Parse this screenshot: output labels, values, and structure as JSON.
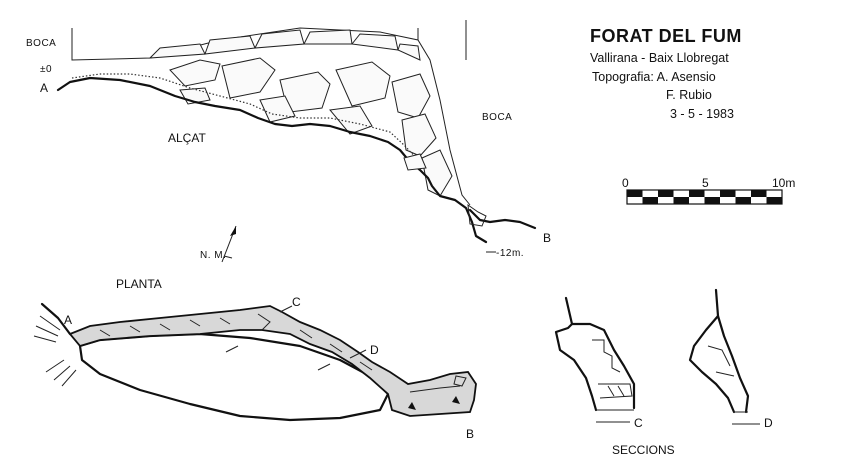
{
  "title": "FORAT DEL FUM",
  "location": "Vallirana - Baix Llobregat",
  "topography_line1": "Topografia: A. Asensio",
  "topography_line2": "F. Rubio",
  "date": "3 - 5 - 1983",
  "scale": {
    "labels": [
      "0",
      "5",
      "10m"
    ],
    "segments": 10
  },
  "elevation": {
    "section_label": "ALÇAT",
    "entrance_label_left": "BOCA",
    "entrance_label_right": "BOCA",
    "datum": "±0",
    "point_a": "A",
    "point_b": "B",
    "depth": "-12m."
  },
  "plan": {
    "section_label": "PLANTA",
    "north_label": "N. M.",
    "point_a": "A",
    "point_b": "B",
    "point_c": "C",
    "point_d": "D"
  },
  "sections": {
    "section_label": "SECCIONS",
    "cut_c": "C",
    "cut_d": "D"
  }
}
